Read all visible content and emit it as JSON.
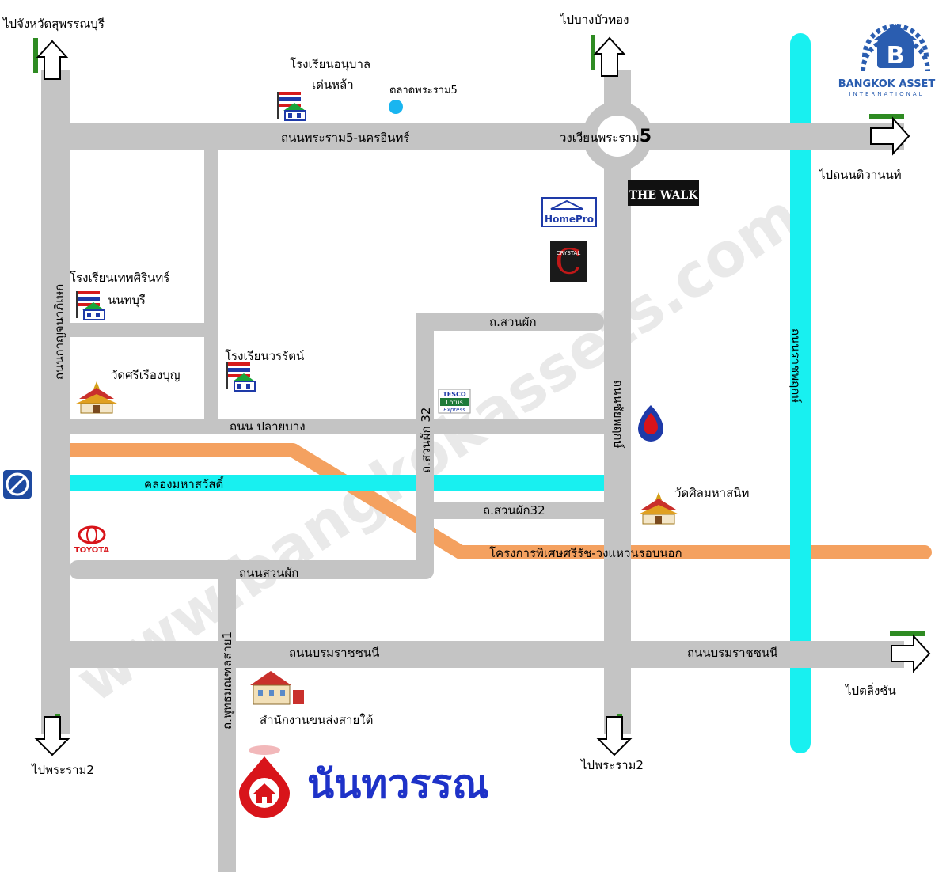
{
  "logo": {
    "name": "BANGKOK ASSET",
    "sub": "INTERNATIONAL"
  },
  "watermark": "www.bangkokassets.com",
  "roads": {
    "rama5_nakhonin": "ถนนพระราม5-นครอินทร์",
    "rama5_circle": "วงเวียนพระราม",
    "rama5_circle_num": "5",
    "kanchanapisek": "ถนนกาญจนาภิเษก",
    "ratchaphruek": "ถนนราชพฤกษ์",
    "suan_phak_top": "ถ.สวนผัก",
    "suan_phak_32_v": "ถ.สวนผัก 32",
    "suan_phak_32_h": "ถ.สวนผัก32",
    "plai_bang": "ถนน ปลายบาง",
    "suan_phak_bottom": "ถนนสวนผัก",
    "borommaratchachonnani_left": "ถนนบรมราชชนนี",
    "borommaratchachonnani_right": "ถนนบรมราชชนนี",
    "phutthamonthon_sai1": "ถ.พุทธมณฑลสาย1",
    "canal": "คลองมหาสวัสดิ์",
    "project_ring": "โครงการพิเศษศรีรัช-วงแหวนรอบนอก",
    "chaiyaphruek": "ถนนชัยพฤกษ์"
  },
  "directions": {
    "suphanburi": "ไปจังหวัดสุพรรณบุรี",
    "bang_bua_thong": "ไปบางบัวทอง",
    "tiwanon": "ไปถนนติวานนท์",
    "taling_chan": "ไปตลิ่งชัน",
    "rama2_left": "ไปพระราม2",
    "rama2_mid": "ไปพระราม2"
  },
  "places": {
    "anuban_school_l1": "โรงเรียนอนุบาล",
    "anuban_school_l2": "เด่นหล้า",
    "market": "ตลาดพระราม5",
    "thepsirin_l1": "โรงเรียนเทพศิรินทร์",
    "thepsirin_l2": "นนทบุรี",
    "wat_sri_rueang_bun": "วัดศรีเรืองบุญ",
    "worarat_school": "โรงเรียนวรรัตน์",
    "wat_silom": "วัดศิลมหาสนิท",
    "transport_office": "สำนักงานขนส่งสายใต้",
    "project_name": "นันทวรรณ"
  },
  "brands": {
    "the_walk": "THE WALK",
    "homepro": "HomePro",
    "crystal": "CRYSTAL",
    "tesco": "TESCO",
    "lotus": "Lotus",
    "express": "Express",
    "toyota": "TOYOTA"
  },
  "colors": {
    "road": "#c4c4c4",
    "canal": "#18f0f0",
    "ring": "#f4a160",
    "arrow_green": "#2e8b22",
    "project_red": "#d8141a",
    "project_blue": "#1e32c8",
    "logo_blue": "#2a5db0"
  }
}
